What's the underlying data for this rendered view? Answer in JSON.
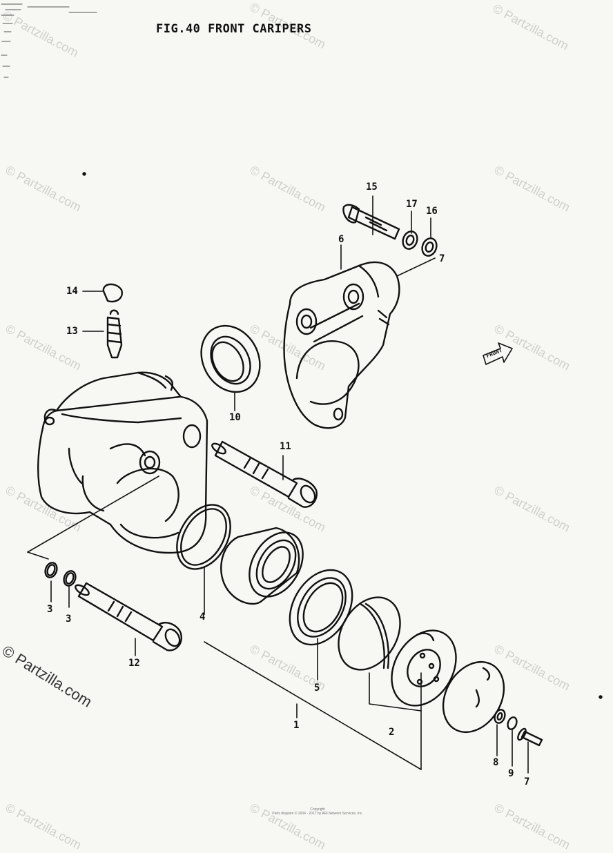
{
  "title": "FIG.40  FRONT CARIPERS",
  "watermark": "© Partzilla.com",
  "footer": {
    "line1": "Copyright",
    "line2": "Parts diagram © 2004 - 2017 by ARI Network Services, Inc."
  },
  "callouts": {
    "c1": "1",
    "c2": "2",
    "c3a": "3",
    "c3b": "3",
    "c4": "4",
    "c5": "5",
    "c6": "6",
    "c7": "7",
    "c8": "8",
    "c9": "9",
    "c10": "10",
    "c11": "11",
    "c12": "12",
    "c13": "13",
    "c14": "14",
    "c15": "15",
    "c16": "16",
    "c17": "17"
  },
  "arrow_label": "FRONT"
}
